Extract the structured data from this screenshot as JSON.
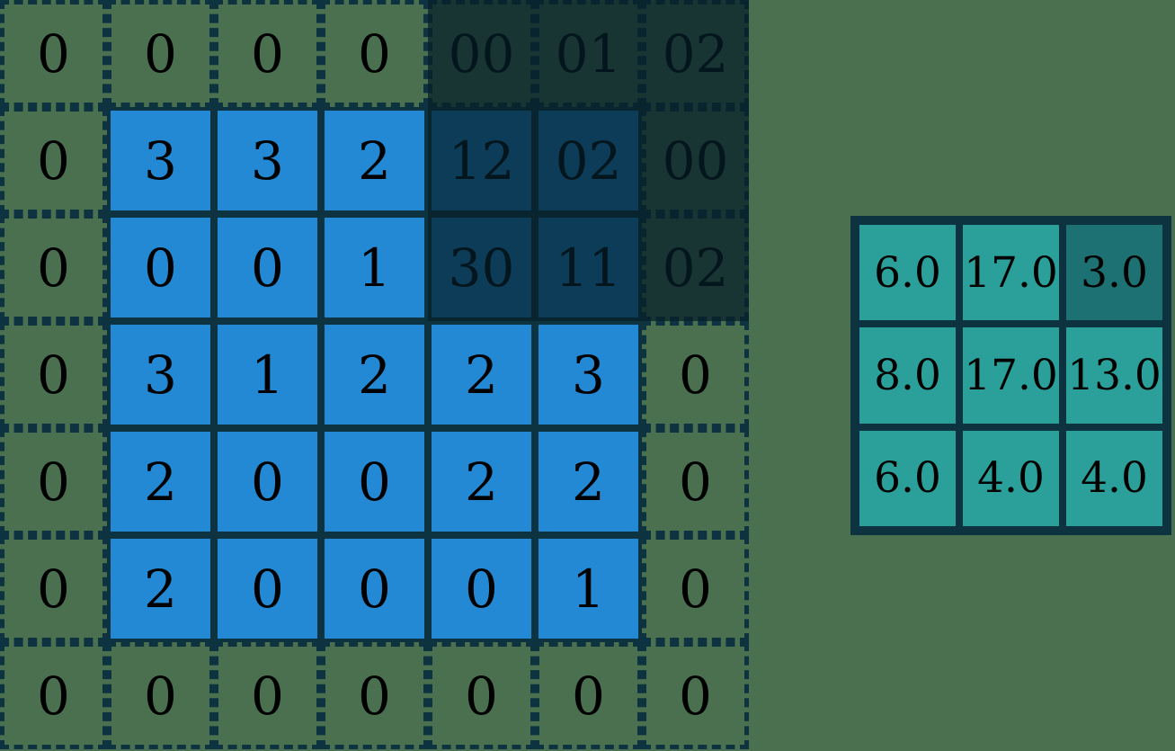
{
  "colors": {
    "background": "#4a7050",
    "input_cell": "#2389d4",
    "input_cell_shaded": "#1f6b9e",
    "padding_overlay": "#0d3340",
    "grid_line": "#0d3340",
    "output_cell": "#2ba09a",
    "output_cell_highlight": "#1e7173",
    "text": "#000000"
  },
  "chart_data": {
    "type": "heatmap",
    "title": "",
    "xlabel": "",
    "ylabel": "",
    "description": "2D convolution illustration: a zero-padded 7x7 input matrix with a 3x3 receptive-field window highlighted at the top-right, producing a 3x3 output matrix whose top-right element is highlighted.",
    "input_padded": {
      "rows": 7,
      "cols": 7,
      "values": [
        [
          "0",
          "0",
          "0",
          "0",
          "0",
          "0",
          "0"
        ],
        [
          "0",
          "3",
          "3",
          "2",
          "1",
          "0",
          "0"
        ],
        [
          "0",
          "0",
          "0",
          "1",
          "3",
          "1",
          "0"
        ],
        [
          "0",
          "3",
          "1",
          "2",
          "2",
          "3",
          "0"
        ],
        [
          "0",
          "2",
          "0",
          "0",
          "2",
          "2",
          "0"
        ],
        [
          "0",
          "2",
          "0",
          "0",
          "0",
          "1",
          "0"
        ],
        [
          "0",
          "0",
          "0",
          "0",
          "0",
          "0",
          "0"
        ]
      ],
      "inner_region": {
        "row_start": 1,
        "row_end": 5,
        "col_start": 1,
        "col_end": 5
      }
    },
    "receptive_field": {
      "row_start": 0,
      "row_end": 2,
      "col_start": 4,
      "col_end": 6,
      "index_labels": [
        [
          "0",
          "1",
          "2"
        ],
        [
          "2",
          "2",
          "0"
        ],
        [
          "0",
          "1",
          "2"
        ]
      ]
    },
    "output": {
      "rows": 3,
      "cols": 3,
      "values": [
        [
          "6.0",
          "17.0",
          "3.0"
        ],
        [
          "8.0",
          "17.0",
          "13.0"
        ],
        [
          "6.0",
          "4.0",
          "4.0"
        ]
      ],
      "highlight": {
        "row": 0,
        "col": 2
      }
    }
  }
}
